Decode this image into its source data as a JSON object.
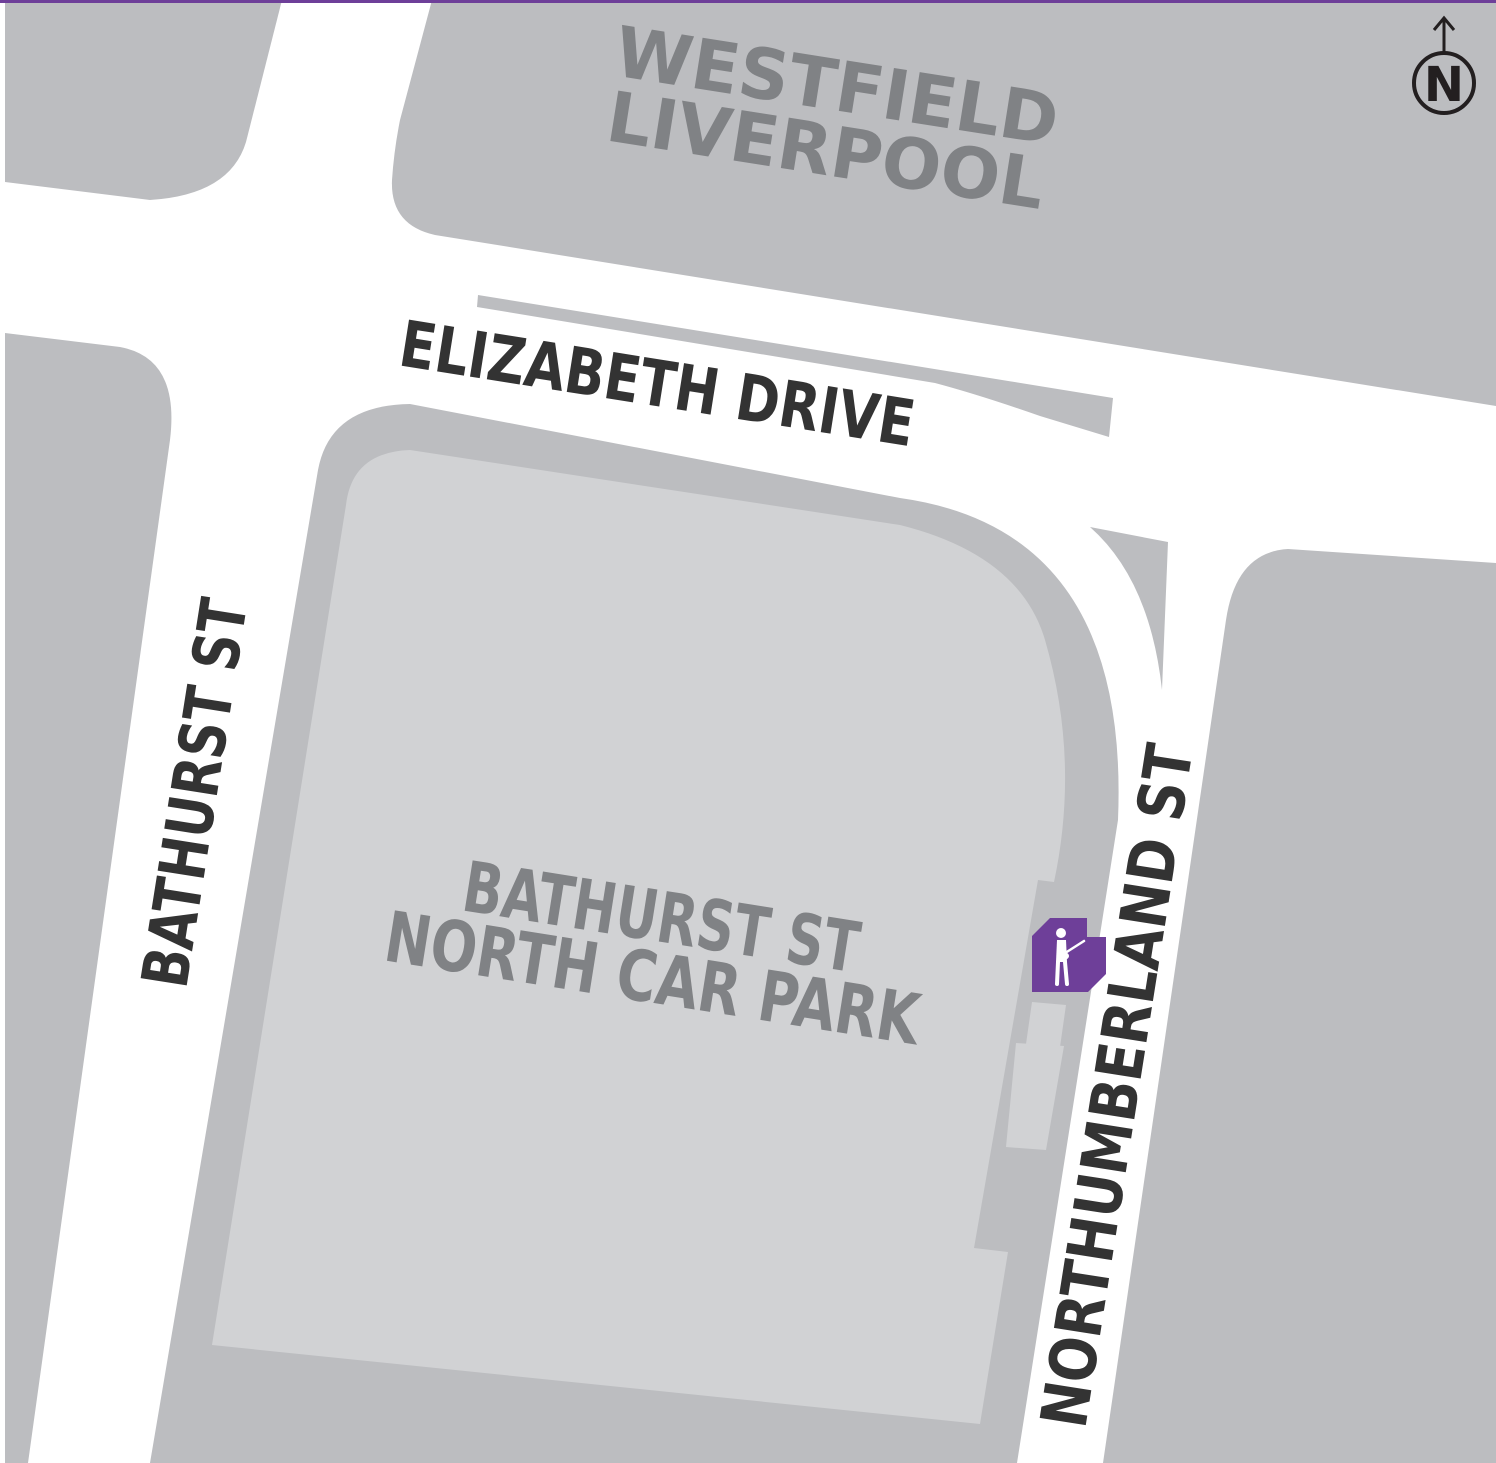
{
  "labels": {
    "westfield_line1": "WESTFIELD",
    "westfield_line2": "LIVERPOOL",
    "elizabeth_drive": "ELIZABETH DRIVE",
    "bathurst_st": "BATHURST ST",
    "northumberland_st": "NORTHUMBERLAND ST",
    "carpark_line1": "BATHURST ST",
    "carpark_line2": "NORTH CAR PARK"
  },
  "compass": {
    "letter": "N"
  },
  "colors": {
    "building": "#bcbdc0",
    "carpark": "#d1d2d4",
    "road": "#ffffff",
    "block_label": "#808285",
    "street_label": "#333333",
    "marker": "#6e3f99",
    "top_border": "#6e3f99"
  },
  "icons": {
    "venue_marker": "guitarist-icon",
    "compass": "north-arrow-icon"
  }
}
